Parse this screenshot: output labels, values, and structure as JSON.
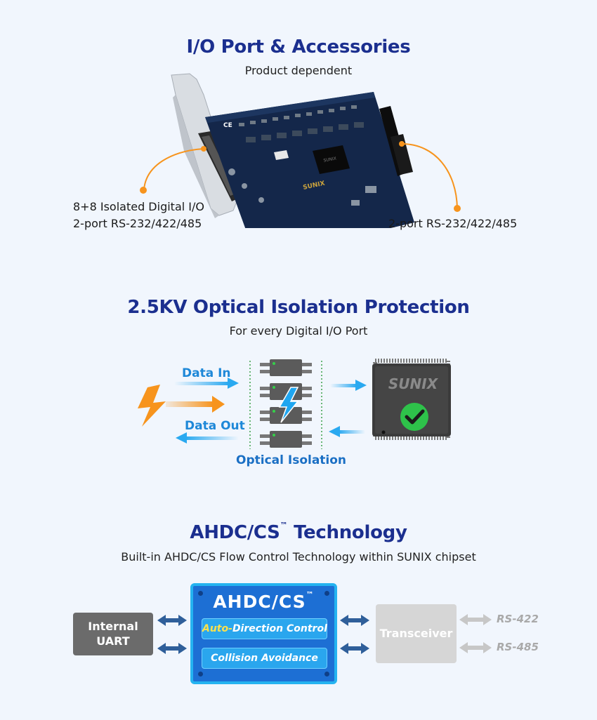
{
  "section1": {
    "title": "I/O Port & Accessories",
    "subtitle": "Product dependent",
    "left_label_line1": "8+8 Isolated Digital I/O",
    "left_label_line2": "2-port RS-232/422/485",
    "right_label": "2-port RS-232/422/485",
    "board_brand": "SUNIX"
  },
  "section2": {
    "title": "2.5KV Optical Isolation Protection",
    "subtitle": "For every Digital I/O Port",
    "data_in": "Data In",
    "data_out": "Data Out",
    "optical_isolation": "Optical Isolation",
    "chip_brand": "SUNIX"
  },
  "section3": {
    "title": "AHDC/CS",
    "title_tm": "™",
    "title_suffix": "Technology",
    "subtitle": "Built-in AHDC/CS Flow Control Technology within SUNIX chipset",
    "uart_line1": "Internal",
    "uart_line2": "UART",
    "box_title": "AHDC/CS",
    "box_tm": "™",
    "auto_highlight": "Auto-",
    "auto_rest": "Direction Control",
    "collision": "Collision Avoidance",
    "transceiver": "Transceiver",
    "rs422": "RS-422",
    "rs485": "RS-485"
  },
  "colors": {
    "title_blue": "#1b2f8f",
    "accent_blue": "#1e88d8",
    "orange": "#f7941d",
    "box_blue": "#1d6fd4",
    "highlight_yellow": "#ffe14a"
  }
}
